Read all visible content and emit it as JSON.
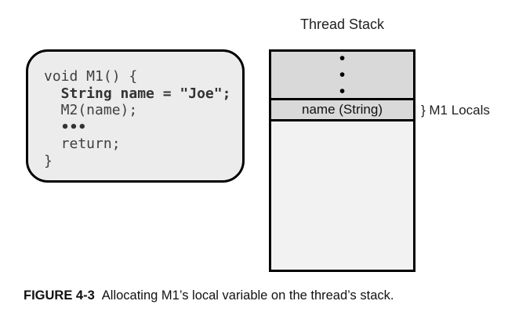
{
  "figure": {
    "code_box": {
      "lines": [
        "void M1() {",
        "  String name = \"Joe\";",
        "  M2(name);",
        "  •••",
        "  return;",
        "}"
      ]
    },
    "stack": {
      "title": "Thread Stack",
      "ellipsis_dots": [
        "•",
        "•",
        "•"
      ],
      "frame_label": "name (String)",
      "brace_annotation": "} M1 Locals"
    },
    "caption": {
      "label": "FIGURE 4-3",
      "text": "Allocating M1’s local variable on the thread’s stack."
    },
    "colors": {
      "code_box_fill": "#ececec",
      "stack_section_gray": "#d9d9d9",
      "stack_empty_gray": "#f2f2f2",
      "border": "#000000",
      "code_text": "#3f3f3f"
    }
  }
}
